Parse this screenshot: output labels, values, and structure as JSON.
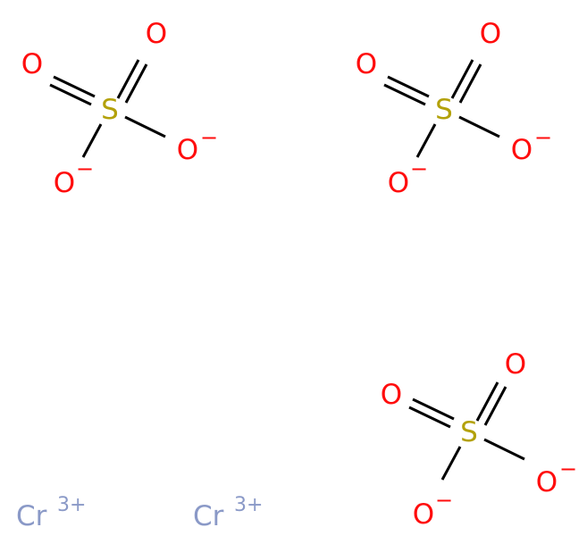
{
  "atoms": {
    "oxygen": "O",
    "sulfur": "S",
    "chromium": "Cr"
  },
  "charges": {
    "minus": "−",
    "three_plus": "3+"
  },
  "colors": {
    "oxygen": "#ff0d0d",
    "sulfur": "#b3a10a",
    "chromium": "#8a99c7",
    "bond": "#000000"
  }
}
